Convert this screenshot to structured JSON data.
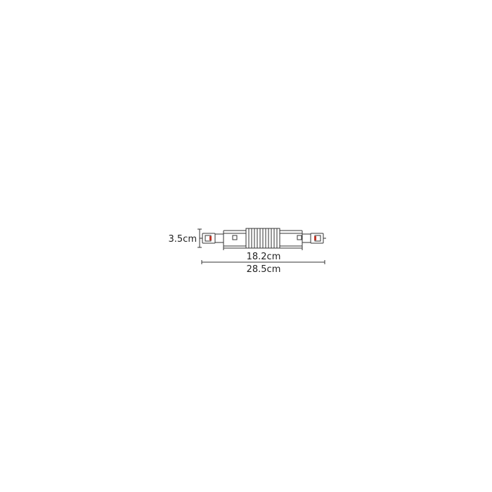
{
  "dimensions": {
    "height_label": "3.5cm",
    "inner_length_label": "18.2cm",
    "total_length_label": "28.5cm"
  },
  "colors": {
    "line": "#333333",
    "body_fill": "#ffffff",
    "accent": "#c0392b"
  }
}
